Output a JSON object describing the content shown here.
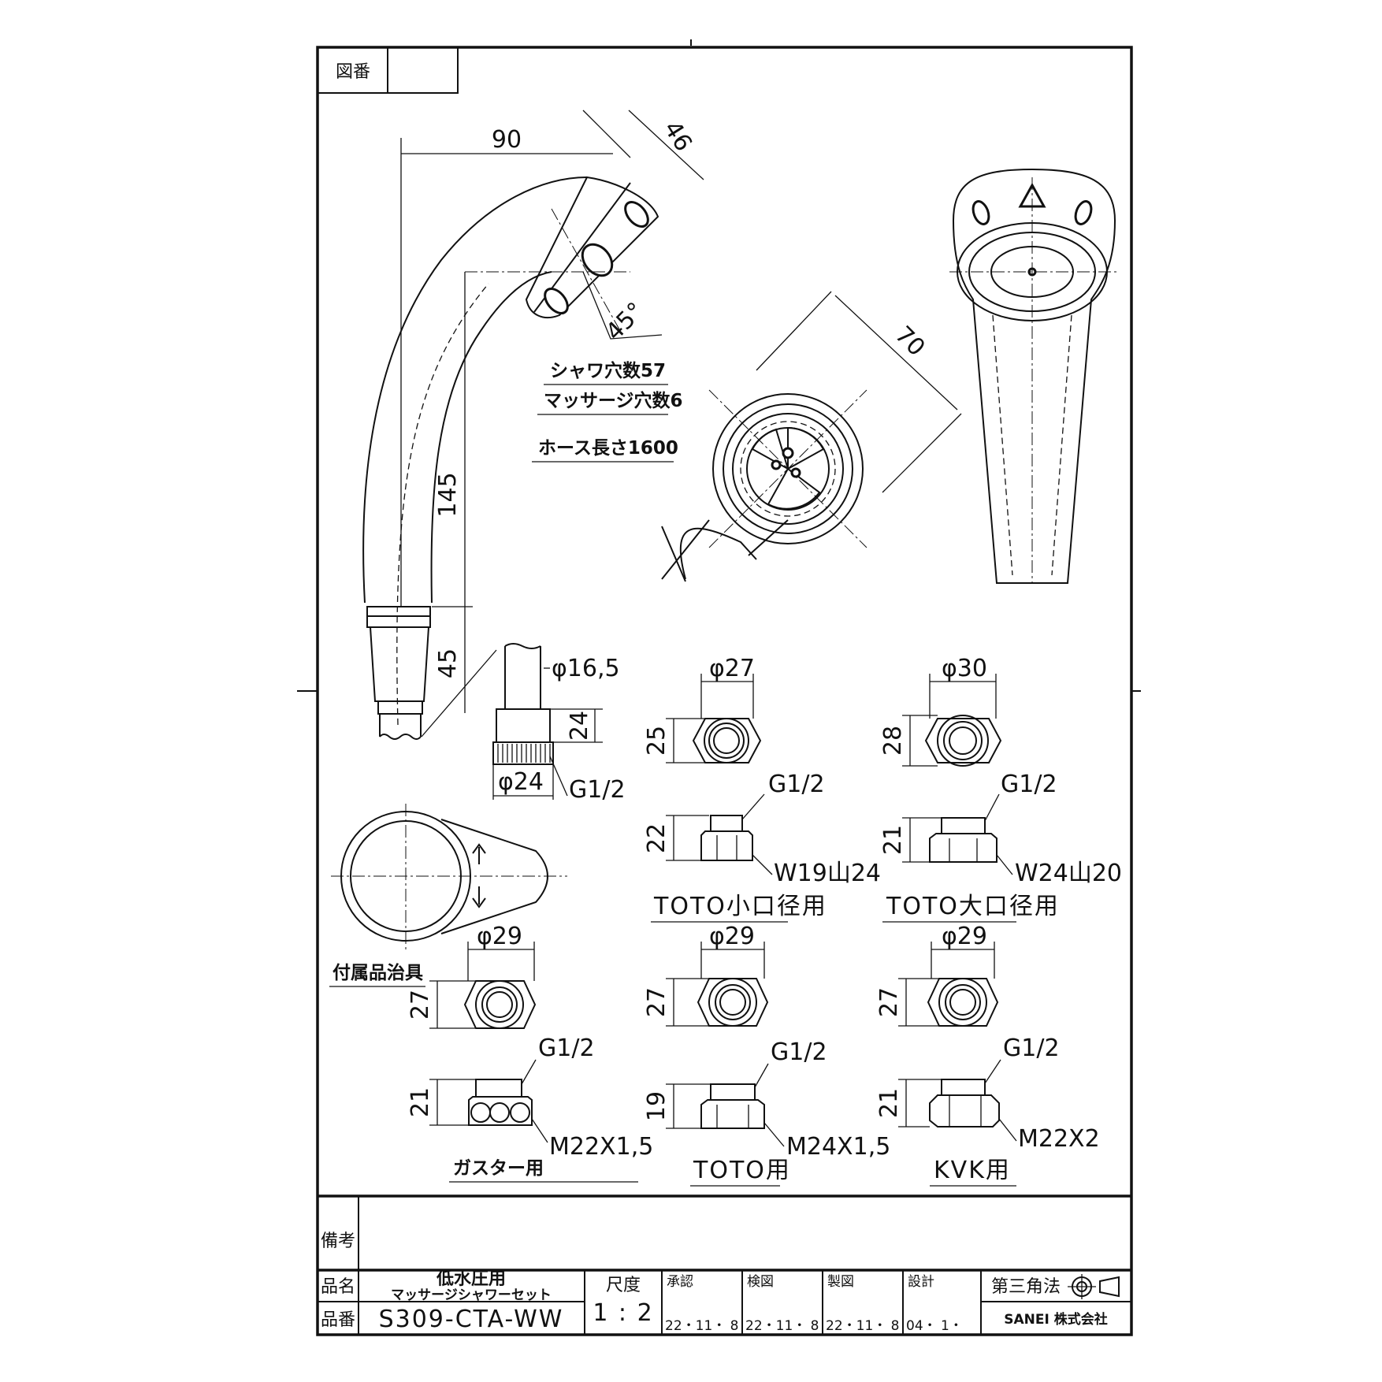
{
  "title_block": {
    "drawing_no_label": "図番",
    "remarks_label": "備考",
    "product_name_label": "品名",
    "product_name_line1": "低水圧用",
    "product_name_line2": "マッサージシャワーセット",
    "product_no_label": "品番",
    "product_no": "S309-CTA-WW",
    "scale_label": "尺度",
    "scale_value": "1 : 2",
    "approved_label": "承認",
    "approved_date": "22・11・ 8",
    "checked_label": "検図",
    "checked_date": "22・11・ 8",
    "drawn_label": "製図",
    "drawn_date": "22・11・ 8",
    "design_label": "設計",
    "design_date": "04・ 1・",
    "projection_label": "第三角法",
    "company": "SANEI 株式会社"
  },
  "notes": {
    "shower_holes": "シャワ穴数57",
    "massage_holes": "マッサージ穴数6",
    "hose_length": "ホース長さ1600",
    "accessory_tool": "付属品治具"
  },
  "shower_head_dims": {
    "width": "90",
    "head_depth": "46",
    "angle": "45°",
    "height": "145",
    "grip": "45",
    "face_diameter": "70"
  },
  "hose_end_dims": {
    "diameter": "φ16,5",
    "length": "24",
    "nut_diameter": "φ24",
    "thread": "G1/2"
  },
  "adapters": [
    {
      "label": "TOTO小口径用",
      "diameter": "φ27",
      "height_top": "25",
      "height_side": "22",
      "thread_top": "G1/2",
      "thread_bottom": "W19山24"
    },
    {
      "label": "TOTO大口径用",
      "diameter": "φ30",
      "height_top": "28",
      "height_side": "21",
      "thread_top": "G1/2",
      "thread_bottom": "W24山20"
    },
    {
      "label": "ガスター用",
      "diameter": "φ29",
      "height_top": "27",
      "height_side": "21",
      "thread_top": "G1/2",
      "thread_bottom": "M22X1,5"
    },
    {
      "label": "TOTO用",
      "diameter": "φ29",
      "height_top": "27",
      "height_side": "19",
      "thread_top": "G1/2",
      "thread_bottom": "M24X1,5"
    },
    {
      "label": "KVK用",
      "diameter": "φ29",
      "height_top": "27",
      "height_side": "21",
      "thread_top": "G1/2",
      "thread_bottom": "M22X2"
    }
  ]
}
